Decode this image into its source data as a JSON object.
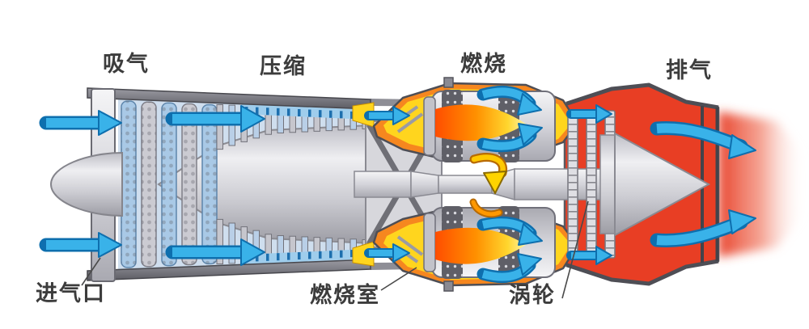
{
  "figure": {
    "type": "turbojet-engine-cutaway-diagram",
    "background": "#ffffff"
  },
  "phase_labels": {
    "intake": "吸气",
    "compression": "压缩",
    "combustion": "燃烧",
    "exhaust": "排气"
  },
  "part_labels": {
    "air_inlet": "进气口",
    "combustion_chamber": "燃烧室",
    "turbine": "涡轮"
  },
  "palette": {
    "airflow_blue": "#39b2e9",
    "airflow_blue_dark": "#0e6fae",
    "compressor_flowpath_blue": "#cfdeee",
    "rotor_blade_blue": "#a9c9e6",
    "stator_blade_gray": "#cbcbd2",
    "combustor_orange": "#f6871f",
    "combustor_yellow": "#ffd51e",
    "flame_orange": "#ff4d00",
    "flame_yellow": "#ffd62e",
    "exhaust_red": "#e83e24",
    "rotation_arrow_yellow": "#ffc800",
    "metal_light": "#f5f5f7",
    "metal_dark": "#5c5c63",
    "label_text": "#3c3c3c"
  },
  "compressor": {
    "front_stage_count": 5,
    "rear_stage_count": 13,
    "annulus_blade_count": 12
  },
  "turbine": {
    "stage_count": 3
  }
}
